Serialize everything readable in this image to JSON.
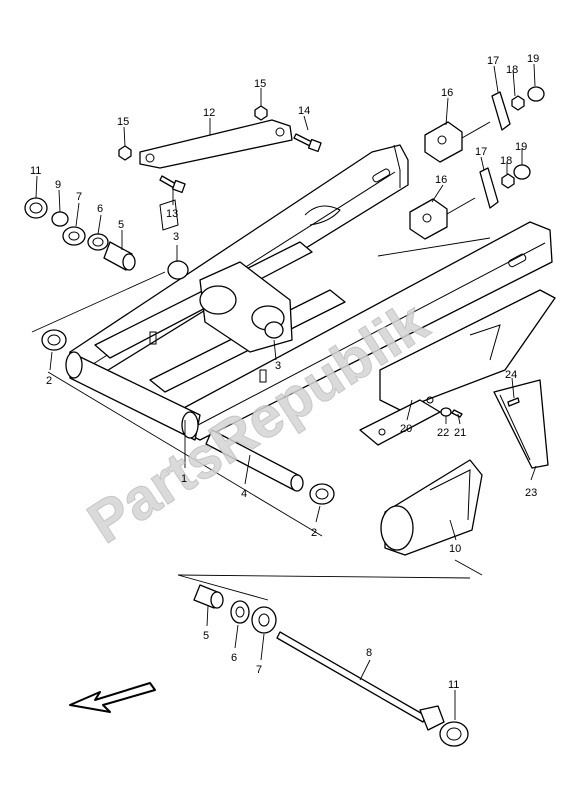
{
  "watermark": "PartsRepublik",
  "callouts": {
    "c1": "1",
    "c2a": "2",
    "c2b": "2",
    "c3a": "3",
    "c3b": "3",
    "c4": "4",
    "c5a": "5",
    "c5b": "5",
    "c6a": "6",
    "c6b": "6",
    "c7a": "7",
    "c7b": "7",
    "c8": "8",
    "c9": "9",
    "c10": "10",
    "c11a": "11",
    "c11b": "11",
    "c12": "12",
    "c13": "13",
    "c14": "14",
    "c15a": "15",
    "c15b": "15",
    "c16a": "16",
    "c16b": "16",
    "c17a": "17",
    "c17b": "17",
    "c18a": "18",
    "c18b": "18",
    "c19a": "19",
    "c19b": "19",
    "c20": "20",
    "c21": "21",
    "c22": "22",
    "c23": "23",
    "c24": "24"
  },
  "icons": {
    "direction": "front-direction-arrow-icon"
  }
}
